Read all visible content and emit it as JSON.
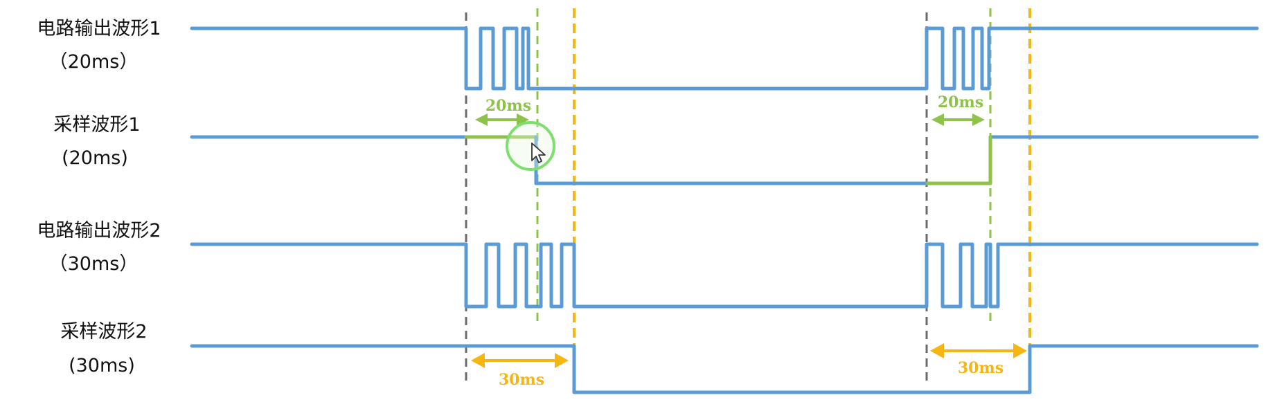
{
  "labels": {
    "circuit_output_1": "电路输出波形1",
    "circuit_output_1_period": "（20ms）",
    "sampling_1": "采样波形1",
    "sampling_1_period": "(20ms)",
    "circuit_output_2": "电路输出波形2",
    "circuit_output_2_period": "（30ms）",
    "sampling_2": "采样波形2",
    "sampling_2_period": "(30ms)"
  },
  "measurements": {
    "bounce_1_left": "20ms",
    "bounce_1_right": "20ms",
    "bounce_2_left": "30ms",
    "bounce_2_right": "30ms"
  },
  "colors": {
    "waveform": "#5b9bd5",
    "green_marker": "#8ec24a",
    "orange_marker": "#f5b614",
    "gray_marker": "#6b6b6b",
    "text": "#111111"
  }
}
